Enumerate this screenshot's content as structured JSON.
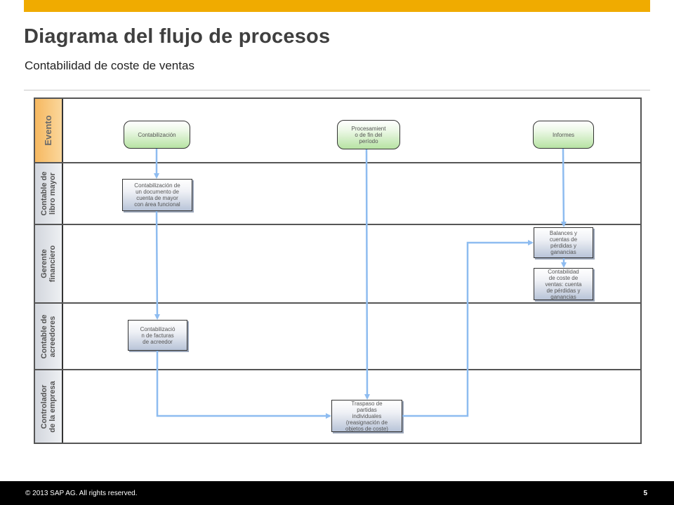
{
  "header": {
    "title": "Diagrama del flujo de procesos",
    "subtitle": "Contabilidad de coste de ventas"
  },
  "lanes": [
    {
      "label": "Evento"
    },
    {
      "label": "Contable de\nlibro mayor"
    },
    {
      "label": "Gerente\nfinanciero"
    },
    {
      "label": "Contable de\nacreedores"
    },
    {
      "label": "Controlador\nde la empresa"
    }
  ],
  "events": [
    {
      "text": "Contabilización"
    },
    {
      "text": "Procesamient\no de fin del\nperíodo"
    },
    {
      "text": "Informes"
    }
  ],
  "tasks": [
    {
      "text": "Contabilización de\nun documento de\ncuenta de mayor\ncon área funcional"
    },
    {
      "text": "Balances y\ncuentas de\npérdidas y\nganancias"
    },
    {
      "text": "Contabilidad\nde coste de\nventas: cuenta\nde pérdidas y\nganancias"
    },
    {
      "text": "Contabilizació\nn de facturas\nde acreedor"
    },
    {
      "text": "Traspaso de\npartidas\nindividuales\n(reasignación de\nobjetos de coste)"
    }
  ],
  "colors": {
    "accent_bar": "#f0ab00",
    "connector": "#8ebcf0",
    "event_fill": "#b7e3a3",
    "task_fill": "#b8c4d8"
  },
  "footer": {
    "copyright": "© 2013 SAP AG. All rights reserved.",
    "page_number": "5"
  }
}
